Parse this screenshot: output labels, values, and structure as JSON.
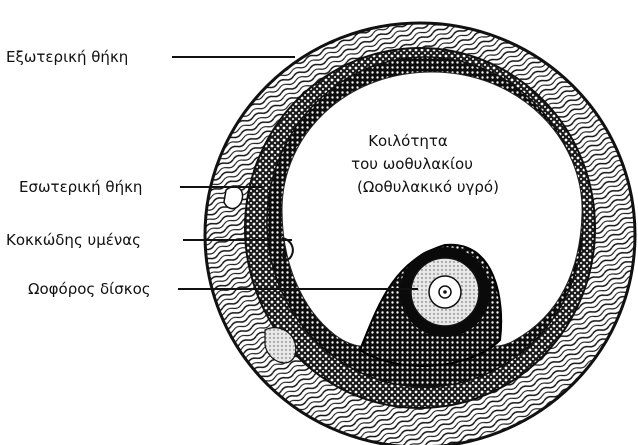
{
  "diagram": {
    "labels": {
      "outer_theca": "Εξωτερική θήκη",
      "inner_theca": "Εσωτερική θήκη",
      "granulosa": "Κοκκώδης υμένας",
      "cumulus": "Ωοφόρος δίσκος"
    },
    "cavity": {
      "line1": "Κοιλότητα",
      "line2": "του ωοθυλακίου",
      "line3": "(Ωοθυλακικό υγρό)"
    }
  }
}
